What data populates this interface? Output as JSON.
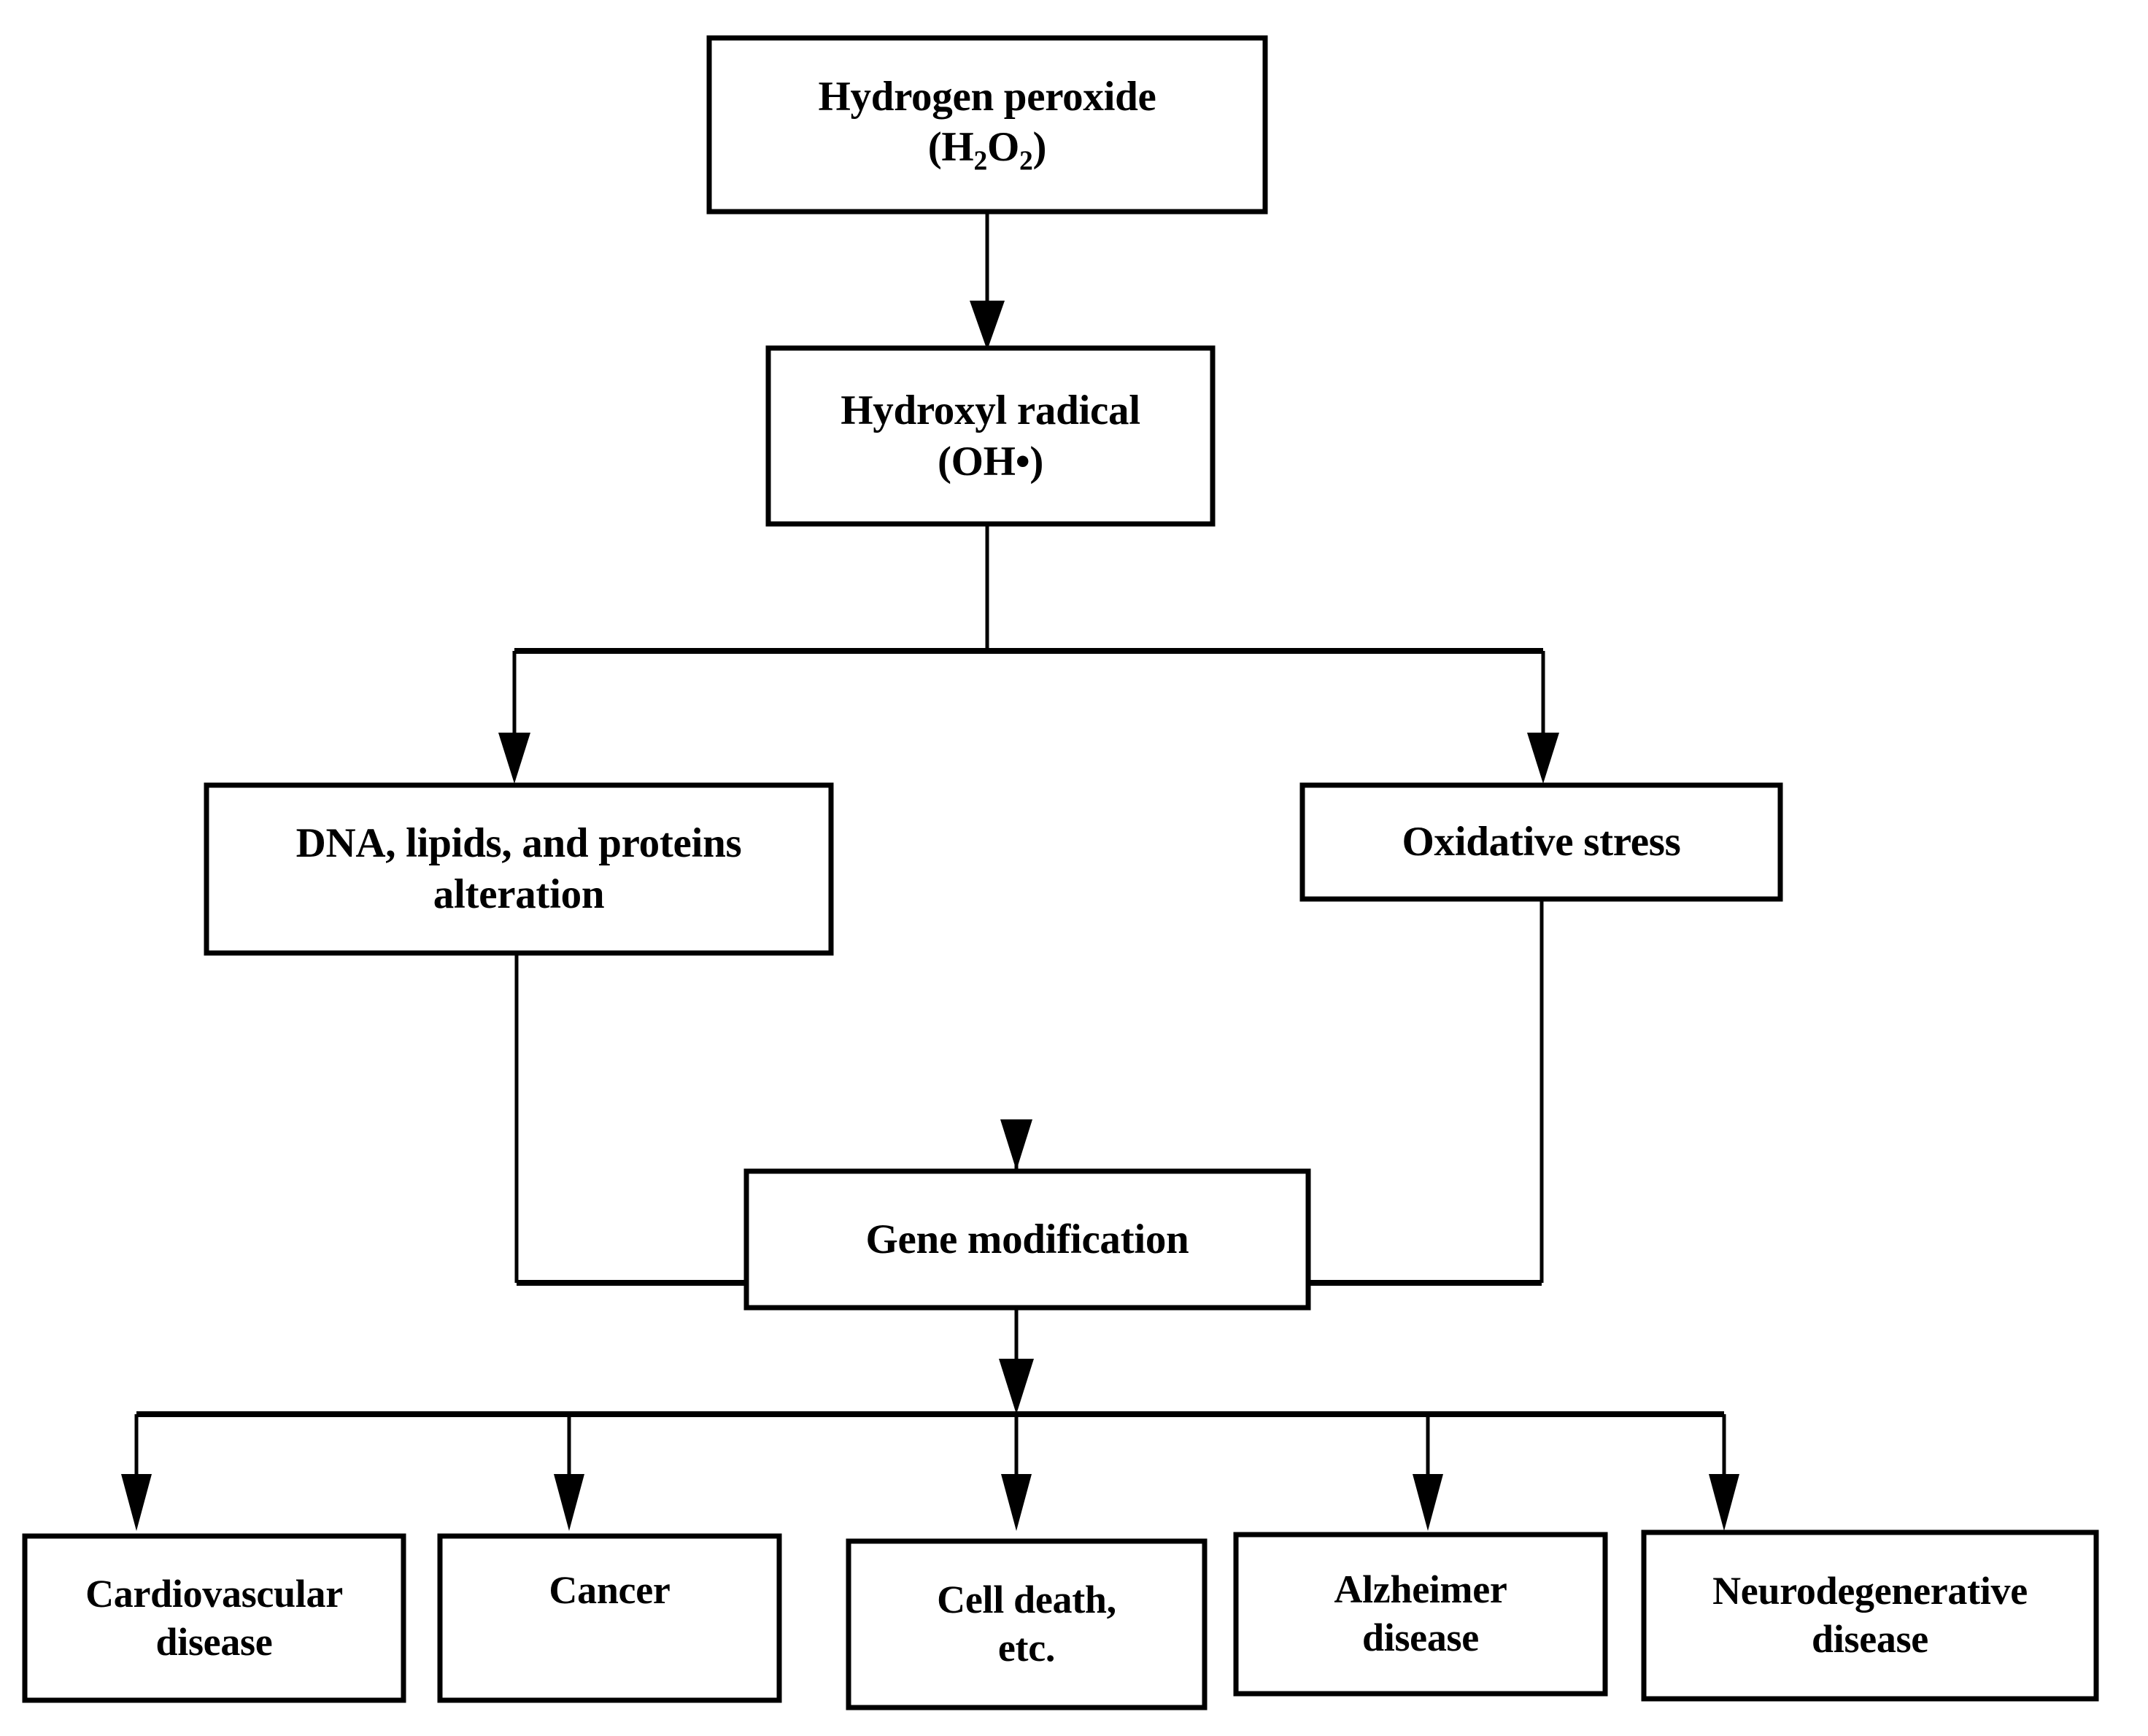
{
  "diagram": {
    "title": "Hydrogen peroxide oxidative damage pathway flowchart",
    "colors": {
      "box_stroke": "#000000",
      "box_fill": "#ffffff",
      "connector": "#000000",
      "text": "#000000"
    },
    "nodes": {
      "hydrogen_peroxide": {
        "line1": "Hydrogen peroxide",
        "line2_prefix": "(H",
        "line2_sub1": "2",
        "line2_mid": "O",
        "line2_sub2": "2",
        "line2_suffix": ")",
        "full_text": "Hydrogen peroxide (H2O2)"
      },
      "hydroxyl_radical": {
        "line1": "Hydroxyl radical",
        "line2": "(OH•)",
        "full_text": "Hydroxyl radical (OH•)"
      },
      "dna_alteration": {
        "line1": "DNA, lipids, and proteins",
        "line2": "alteration",
        "full_text": "DNA, lipids, and proteins alteration"
      },
      "oxidative_stress": {
        "line1": "Oxidative stress",
        "full_text": "Oxidative stress"
      },
      "gene_modification": {
        "line1": "Gene modification",
        "full_text": "Gene modification"
      },
      "cardiovascular_disease": {
        "line1": "Cardiovascular",
        "line2": "disease",
        "full_text": "Cardiovascular disease"
      },
      "cancer": {
        "line1": "Cancer",
        "full_text": "Cancer"
      },
      "cell_death": {
        "line1": "Cell death,",
        "line2": "etc.",
        "full_text": "Cell death, etc."
      },
      "alzheimer_disease": {
        "line1": "Alzheimer",
        "line2": "disease",
        "full_text": "Alzheimer disease"
      },
      "neurodegenerative_disease": {
        "line1": "Neurodegenerative",
        "line2": "disease",
        "full_text": "Neurodegenerative disease"
      }
    },
    "edges": [
      {
        "from": "hydrogen_peroxide",
        "to": "hydroxyl_radical",
        "style": "straight-arrow"
      },
      {
        "from": "hydroxyl_radical",
        "to": "dna_alteration",
        "style": "branch-arrow"
      },
      {
        "from": "hydroxyl_radical",
        "to": "oxidative_stress",
        "style": "branch-arrow"
      },
      {
        "from": "dna_alteration",
        "to": "gene_modification",
        "style": "merge-arrow"
      },
      {
        "from": "oxidative_stress",
        "to": "gene_modification",
        "style": "merge-arrow"
      },
      {
        "from": "gene_modification",
        "to": "cardiovascular_disease",
        "style": "branch-arrow"
      },
      {
        "from": "gene_modification",
        "to": "cancer",
        "style": "branch-arrow"
      },
      {
        "from": "gene_modification",
        "to": "cell_death",
        "style": "branch-arrow"
      },
      {
        "from": "gene_modification",
        "to": "alzheimer_disease",
        "style": "branch-arrow"
      },
      {
        "from": "gene_modification",
        "to": "neurodegenerative_disease",
        "style": "branch-arrow"
      }
    ]
  }
}
